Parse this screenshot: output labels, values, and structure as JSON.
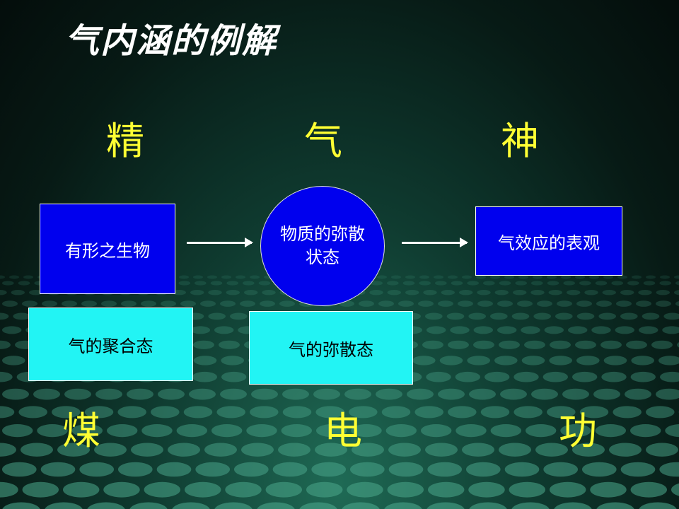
{
  "title": "气内涵的例解",
  "row_top": {
    "left": "精",
    "middle": "气",
    "right": "神"
  },
  "row_bottom": {
    "left": "煤",
    "middle": "电",
    "right": "功"
  },
  "boxes": {
    "left_box": "有形之生物",
    "center_line1": "物质的弥散",
    "center_line2": "状态",
    "right_box": "气效应的表观",
    "aggregate_state": "气的聚合态",
    "dispersed_state": "气的弥散态"
  },
  "colors": {
    "accent_text": "#ffff33",
    "blue_fill": "#0000ee",
    "cyan_fill": "#22f4f4",
    "background": "#0b2a22"
  }
}
